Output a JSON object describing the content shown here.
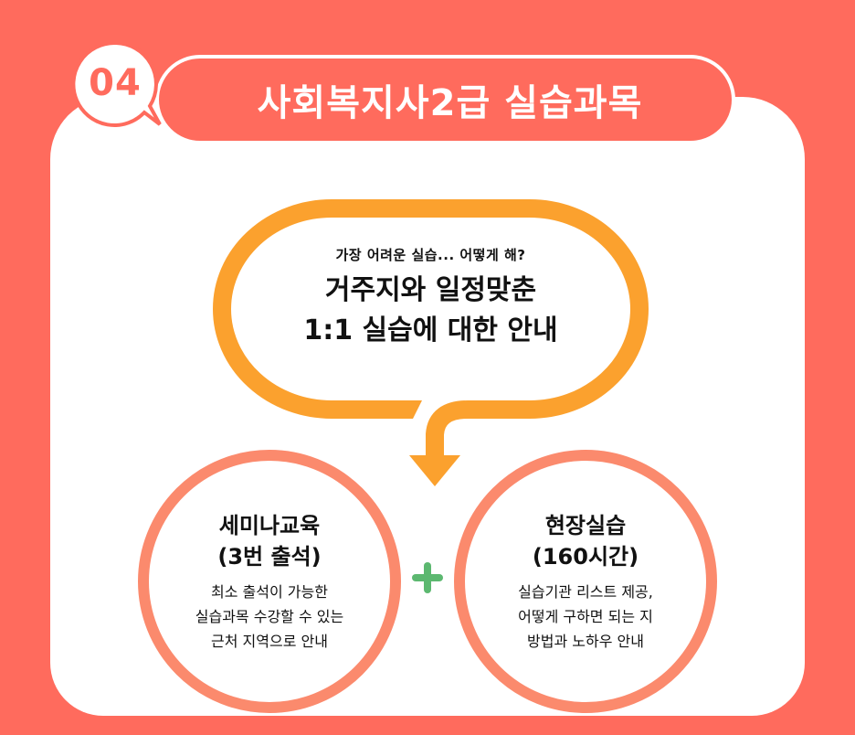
{
  "header": {
    "badge_number": "04",
    "title": "사회복지사2급 실습과목"
  },
  "speech": {
    "subtitle": "가장 어려운 실습... 어떻게 해?",
    "main_line1": "거주지와 일정맞춘",
    "main_line2": "1:1 실습에 대한 안내"
  },
  "items": [
    {
      "title_line1": "세미나교육",
      "title_line2": "(3번 출석)",
      "desc_line1": "최소 출석이 가능한",
      "desc_line2": "실습과목 수강할 수 있는",
      "desc_line3": "근처 지역으로 안내"
    },
    {
      "title_line1": "현장실습",
      "title_line2": "(160시간)",
      "desc_line1": "실습기관 리스트 제공,",
      "desc_line2": "어떻게 구하면 되는 지",
      "desc_line3": "방법과 노하우 안내"
    }
  ],
  "connector": {
    "icon": "plus-icon"
  },
  "colors": {
    "background": "#ff6b5d",
    "card": "#ffffff",
    "loop": "#fba12e",
    "circle_border": "#fb8a6d",
    "plus": "#5cb870",
    "text": "#111111"
  }
}
